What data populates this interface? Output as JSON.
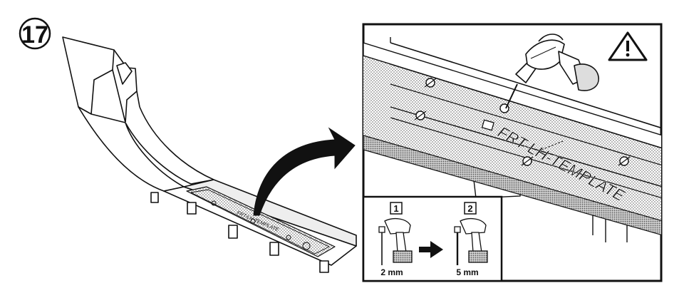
{
  "step": {
    "number": "17"
  },
  "detail": {
    "template_text": "FRT-LH-TEMPLATE",
    "warning_icon": "warning-triangle-icon",
    "drill_icon": "cordless-drill-icon"
  },
  "drill_steps": [
    {
      "number": "1",
      "bit_size": "2 mm"
    },
    {
      "number": "2",
      "bit_size": "5 mm"
    }
  ],
  "overview": {
    "template_text": "FRT-LH-TEMPLATE",
    "part": "trim-panel",
    "arrow_icon": "curved-arrow-icon"
  },
  "colors": {
    "ink": "#111111",
    "shade": "#b8b8b8",
    "paper": "#ffffff"
  }
}
